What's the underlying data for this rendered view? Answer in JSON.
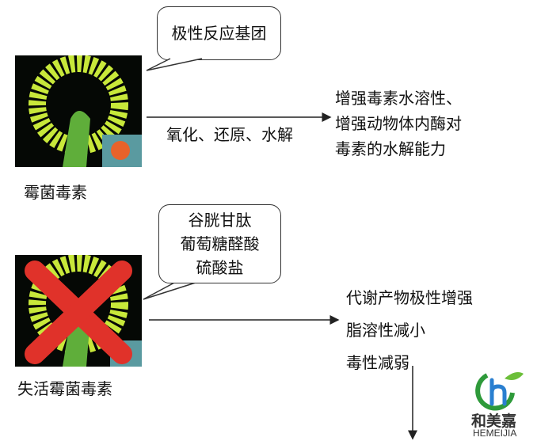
{
  "top": {
    "bubble": "极性反应基团",
    "image_label": "霉菌毒素",
    "arrow_label": "氧化、还原、水解",
    "result_lines": [
      "增强毒素水溶性、",
      "增强动物体内酶对",
      "毒素的水解能力"
    ]
  },
  "bottom": {
    "bubble_lines": [
      "谷胱甘肽",
      "葡萄糖醛酸",
      "硫酸盐"
    ],
    "image_label": "失活霉菌毒素",
    "result_lines": [
      "代谢产物极性增强",
      "脂溶性减小",
      "毒性减弱"
    ]
  },
  "logo": {
    "cn": "和美嘉",
    "en": "HEMEIJIA"
  },
  "colors": {
    "mold_green": "#c8e83a",
    "cross_red": "#e0322a",
    "logo_green": "#2e9a3a",
    "logo_blue": "#2a7fd0"
  }
}
